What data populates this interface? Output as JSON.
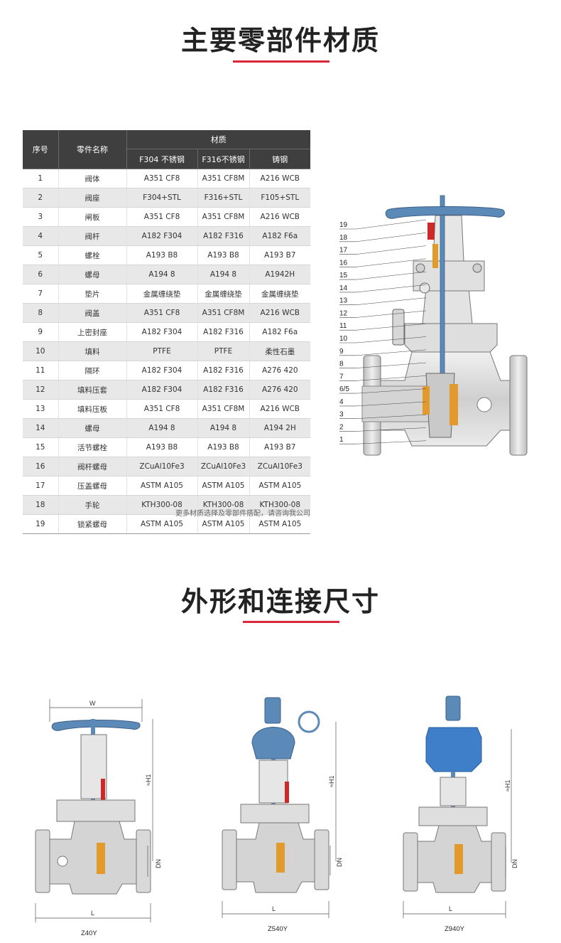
{
  "section1": {
    "title": "主要零部件材质"
  },
  "table": {
    "col_no": "序号",
    "col_name": "零件名称",
    "col_material": "材质",
    "material_headers": [
      "F304 不锈钢",
      "F316不锈钢",
      "铸钢"
    ],
    "rows": [
      {
        "no": "1",
        "name": "阀体",
        "m1": "A351 CF8",
        "m2": "A351 CF8M",
        "m3": "A216 WCB"
      },
      {
        "no": "2",
        "name": "阀座",
        "m1": "F304+STL",
        "m2": "F316+STL",
        "m3": "F105+STL"
      },
      {
        "no": "3",
        "name": "闸板",
        "m1": "A351 CF8",
        "m2": "A351 CF8M",
        "m3": "A216 WCB"
      },
      {
        "no": "4",
        "name": "阀杆",
        "m1": "A182 F304",
        "m2": "A182  F316",
        "m3": "A182 F6a"
      },
      {
        "no": "5",
        "name": "螺栓",
        "m1": "A193 B8",
        "m2": "A193 B8",
        "m3": "A193 B7"
      },
      {
        "no": "6",
        "name": "螺母",
        "m1": "A194 8",
        "m2": "A194 8",
        "m3": "A1942H"
      },
      {
        "no": "7",
        "name": "垫片",
        "m1": "金属缠绕垫",
        "m2": "金属缠绕垫",
        "m3": "金属缠绕垫"
      },
      {
        "no": "8",
        "name": "阀盖",
        "m1": "A351 CF8",
        "m2": "A351 CF8M",
        "m3": "A216 WCB"
      },
      {
        "no": "9",
        "name": "上密封座",
        "m1": "A182 F304",
        "m2": "A182  F316",
        "m3": "A182 F6a"
      },
      {
        "no": "10",
        "name": "填料",
        "m1": "PTFE",
        "m2": "PTFE",
        "m3": "柔性石墨"
      },
      {
        "no": "11",
        "name": "隔环",
        "m1": "A182 F304",
        "m2": "A182  F316",
        "m3": "A276 420"
      },
      {
        "no": "12",
        "name": "填料压套",
        "m1": "A182 F304",
        "m2": "A182  F316",
        "m3": "A276 420"
      },
      {
        "no": "13",
        "name": "填料压板",
        "m1": "A351 CF8",
        "m2": "A351 CF8M",
        "m3": "A216 WCB"
      },
      {
        "no": "14",
        "name": "螺母",
        "m1": "A194 8",
        "m2": "A194 8",
        "m3": "A194 2H"
      },
      {
        "no": "15",
        "name": "活节螺栓",
        "m1": "A193 B8",
        "m2": "A193 B8",
        "m3": "A193 B7"
      },
      {
        "no": "16",
        "name": "阀杆螺母",
        "m1": "ZCuAl10Fe3",
        "m2": "ZCuAl10Fe3",
        "m3": "ZCuAl10Fe3"
      },
      {
        "no": "17",
        "name": "压盖螺母",
        "m1": "ASTM A105",
        "m2": "ASTM A105",
        "m3": "ASTM A105"
      },
      {
        "no": "18",
        "name": "手轮",
        "m1": "KTH300-08",
        "m2": "KTH300-08",
        "m3": "KTH300-08"
      },
      {
        "no": "19",
        "name": "锁紧螺母",
        "m1": "ASTM A105",
        "m2": "ASTM A105",
        "m3": "ASTM A105"
      }
    ],
    "footnote": "更多材质选择及零部件搭配，请咨询我公司"
  },
  "diagram": {
    "callouts": [
      "19",
      "18",
      "17",
      "16",
      "15",
      "14",
      "13",
      "12",
      "11",
      "10",
      "9",
      "8",
      "7",
      "6/5",
      "4",
      "3",
      "2",
      "1"
    ]
  },
  "section2": {
    "title": "外形和连接尺寸"
  },
  "dimensions": {
    "w_label": "W",
    "h_label": "≈H1",
    "dn_label": "DN",
    "l_label": "L",
    "models": [
      "Z40Y",
      "Z540Y",
      "Z940Y"
    ]
  },
  "colors": {
    "accent": "#d9263b",
    "header_bg": "#3f3f3f",
    "row_alt": "#e8e8e8",
    "valve_body": "#dcdcdc",
    "handwheel": "#5b89b8",
    "seat": "#e39a2c",
    "packing": "#cc2a2a"
  }
}
